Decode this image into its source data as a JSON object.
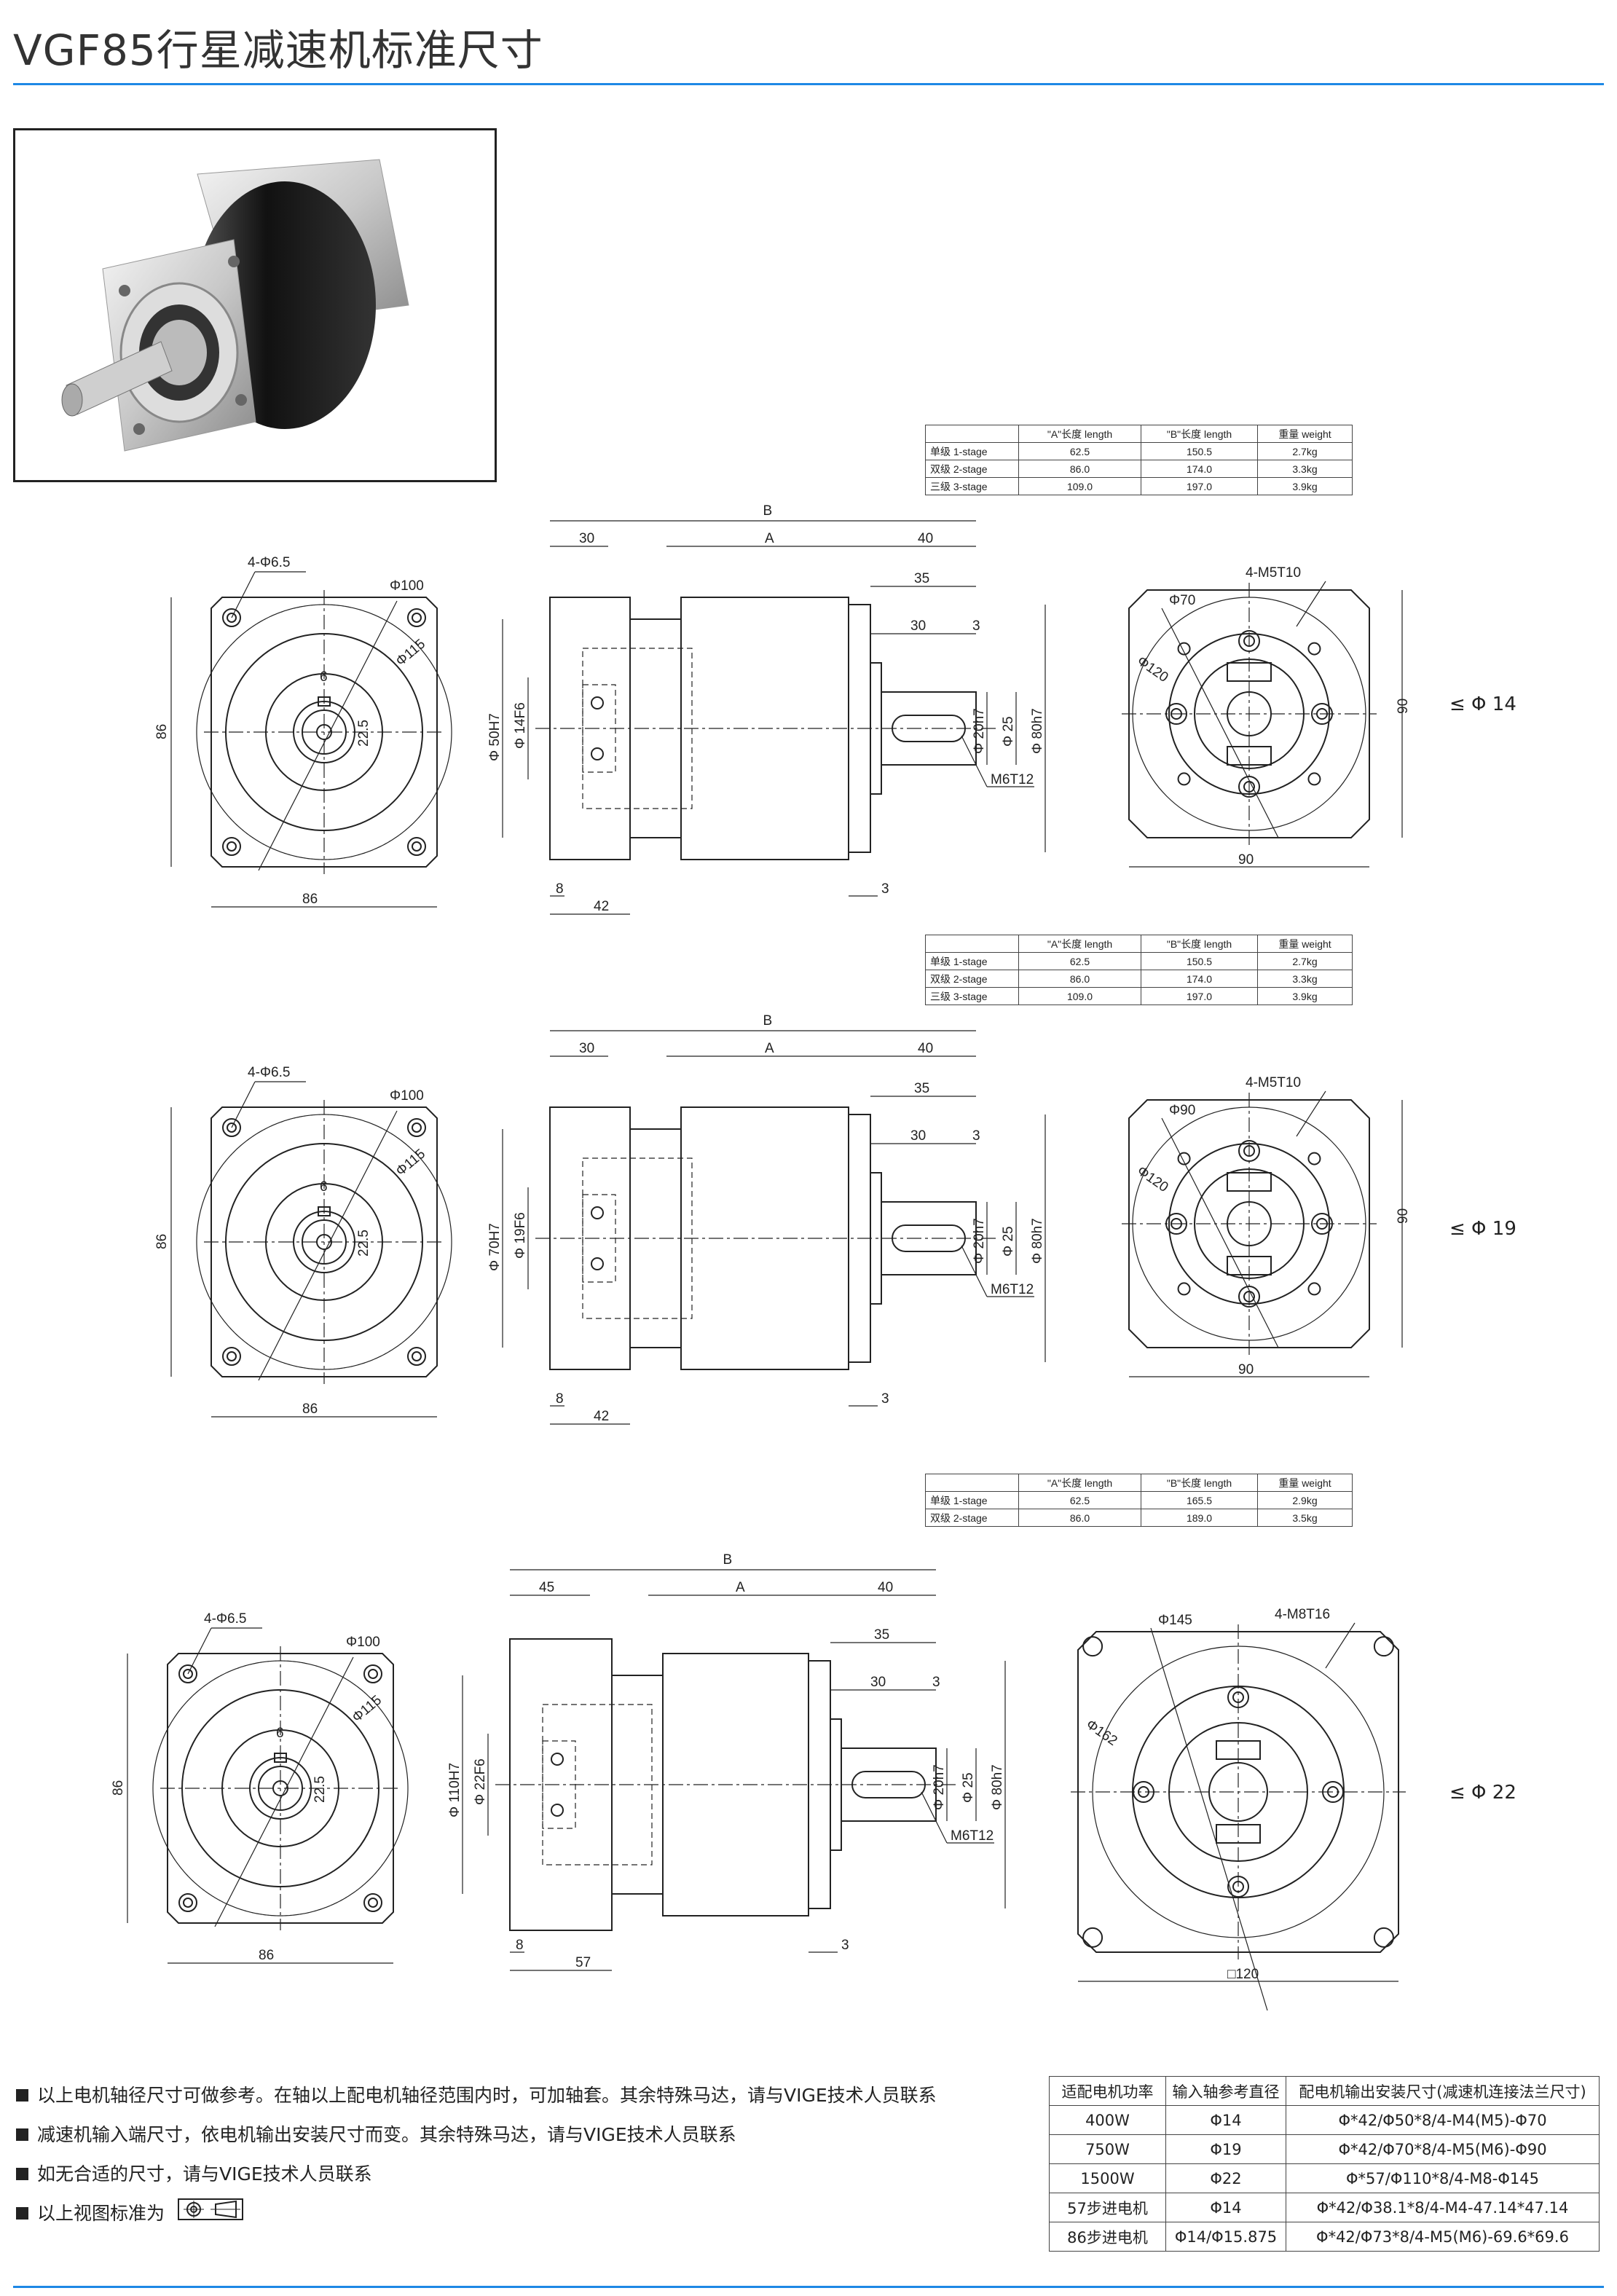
{
  "page": {
    "title": "VGF85行星减速机标准尺寸"
  },
  "spec_tables": [
    {
      "headers": [
        "",
        "\"A\"长度 length",
        "\"B\"长度  length",
        "重量 weight"
      ],
      "rows": [
        [
          "单级 1-stage",
          "62.5",
          "150.5",
          "2.7kg"
        ],
        [
          "双级 2-stage",
          "86.0",
          "174.0",
          "3.3kg"
        ],
        [
          "三级 3-stage",
          "109.0",
          "197.0",
          "3.9kg"
        ]
      ]
    },
    {
      "headers": [
        "",
        "\"A\"长度 length",
        "\"B\"长度  length",
        "重量 weight"
      ],
      "rows": [
        [
          "单级 1-stage",
          "62.5",
          "150.5",
          "2.7kg"
        ],
        [
          "双级 2-stage",
          "86.0",
          "174.0",
          "3.3kg"
        ],
        [
          "三级 3-stage",
          "109.0",
          "197.0",
          "3.9kg"
        ]
      ]
    },
    {
      "headers": [
        "",
        "\"A\"长度 length",
        "\"B\"长度  length",
        "重量 weight"
      ],
      "rows": [
        [
          "单级 1-stage",
          "62.5",
          "165.5",
          "2.9kg"
        ],
        [
          "双级 2-stage",
          "86.0",
          "189.0",
          "3.5kg"
        ]
      ]
    }
  ],
  "drawings": [
    {
      "front": {
        "holes": "4-Φ6.5",
        "pcd": "Φ100",
        "flange_circle": "Φ115",
        "key": "6",
        "shaft_height": "22.5",
        "height": "86",
        "width": "86"
      },
      "side": {
        "B": "B",
        "A": "A",
        "d30": "30",
        "d40": "40",
        "d35": "35",
        "d30b": "30",
        "d3": "3",
        "bore": "Φ 14F6",
        "pilot": "Φ 50H7",
        "shaft": "Φ 20h7",
        "d25": "Φ 25",
        "spigot": "Φ 80h7",
        "thread": "M6T12",
        "d8": "8",
        "d42": "42",
        "d3b": "3"
      },
      "rear": {
        "tapped": "4-M5T10",
        "pcd": "Φ70",
        "circle": "Φ120",
        "height": "90",
        "width": "90"
      },
      "shaft_note": "≤ Φ 14"
    },
    {
      "front": {
        "holes": "4-Φ6.5",
        "pcd": "Φ100",
        "flange_circle": "Φ115",
        "key": "6",
        "shaft_height": "22.5",
        "height": "86",
        "width": "86"
      },
      "side": {
        "B": "B",
        "A": "A",
        "d30": "30",
        "d40": "40",
        "d35": "35",
        "d30b": "30",
        "d3": "3",
        "bore": "Φ 19F6",
        "pilot": "Φ 70H7",
        "shaft": "Φ 20h7",
        "d25": "Φ 25",
        "spigot": "Φ 80h7",
        "thread": "M6T12",
        "d8": "8",
        "d42": "42",
        "d3b": "3"
      },
      "rear": {
        "tapped": "4-M5T10",
        "pcd": "Φ90",
        "circle": "Φ120",
        "height": "90",
        "width": "90"
      },
      "shaft_note": "≤ Φ 19"
    },
    {
      "front": {
        "holes": "4-Φ6.5",
        "pcd": "Φ100",
        "flange_circle": "Φ115",
        "key": "6",
        "shaft_height": "22.5",
        "height": "86",
        "width": "86"
      },
      "side": {
        "B": "B",
        "A": "A",
        "d30": "45",
        "d40": "40",
        "d35": "35",
        "d30b": "30",
        "d3": "3",
        "bore": "Φ 22F6",
        "pilot": "Φ 110H7",
        "shaft": "Φ 20h7",
        "d25": "Φ 25",
        "spigot": "Φ 80h7",
        "thread": "M6T12",
        "d8": "8",
        "d42": "57",
        "d3b": "3"
      },
      "rear": {
        "tapped": "4-M8T16",
        "pcd": "Φ145",
        "circle": "Φ162",
        "height": "",
        "width": "□120"
      },
      "shaft_note": "≤ Φ 22"
    }
  ],
  "notes": [
    "以上电机轴径尺寸可做参考。在轴以上配电机轴径范围内时，可加轴套。其余特殊马达，请与VIGE技术人员联系",
    "减速机输入端尺寸，依电机输出安装尺寸而变。其余特殊马达，请与VIGE技术人员联系",
    "如无合适的尺寸，请与VIGE技术人员联系",
    "以上视图标准为"
  ],
  "motor_table": {
    "headers": [
      "适配电机功率",
      "输入轴参考直径",
      "配电机输出安装尺寸(减速机连接法兰尺寸)"
    ],
    "rows": [
      [
        "400W",
        "Φ14",
        "Φ*42/Φ50*8/4-M4(M5)-Φ70"
      ],
      [
        "750W",
        "Φ19",
        "Φ*42/Φ70*8/4-M5(M6)-Φ90"
      ],
      [
        "1500W",
        "Φ22",
        "Φ*57/Φ110*8/4-M8-Φ145"
      ],
      [
        "57步进电机",
        "Φ14",
        "Φ*42/Φ38.1*8/4-M4-47.14*47.14"
      ],
      [
        "86步进电机",
        "Φ14/Φ15.875",
        "Φ*42/Φ73*8/4-M5(M6)-69.6*69.6"
      ]
    ]
  },
  "colors": {
    "accent": "#1e88e5",
    "line": "#222222"
  }
}
